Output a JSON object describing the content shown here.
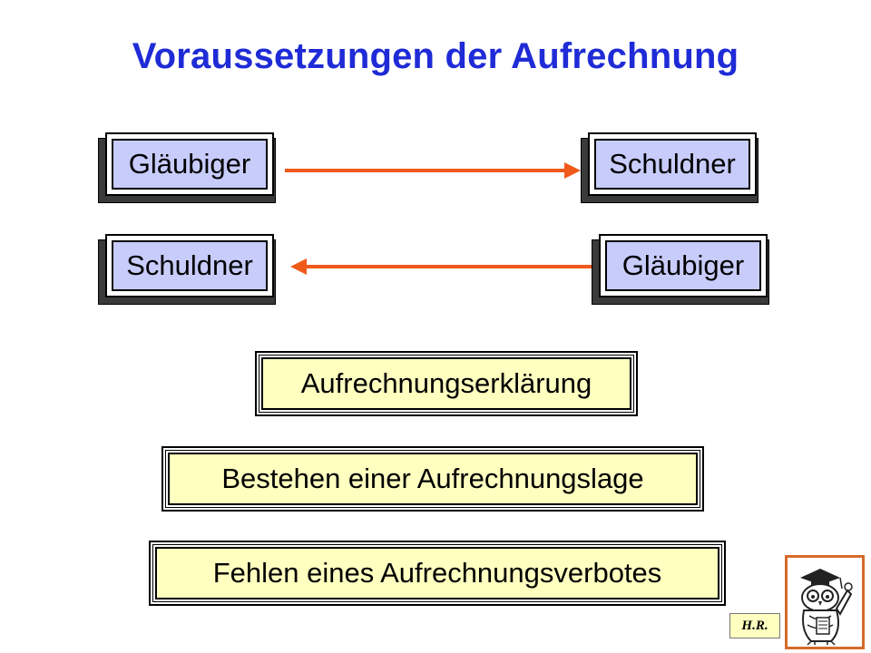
{
  "title": "Voraussetzungen der Aufrechnung",
  "row1": {
    "left": "Gläubiger",
    "right": "Schuldner",
    "arrow": "left-to-right"
  },
  "row2": {
    "left": "Schuldner",
    "right": "Gläubiger",
    "arrow": "right-to-left"
  },
  "requirements": [
    "Aufrechnungserklärung",
    "Bestehen einer Aufrechnungslage",
    "Fehlen eines Aufrechnungsverbotes"
  ],
  "initials": "H.R.",
  "logo_icon": "owl-professor-icon",
  "colors": {
    "title": "#1f2bd6",
    "party_fill": "#c8ccfb",
    "requirement_fill": "#ffffc0",
    "arrow": "#f05a1a",
    "logo_border": "#d66a2a"
  }
}
